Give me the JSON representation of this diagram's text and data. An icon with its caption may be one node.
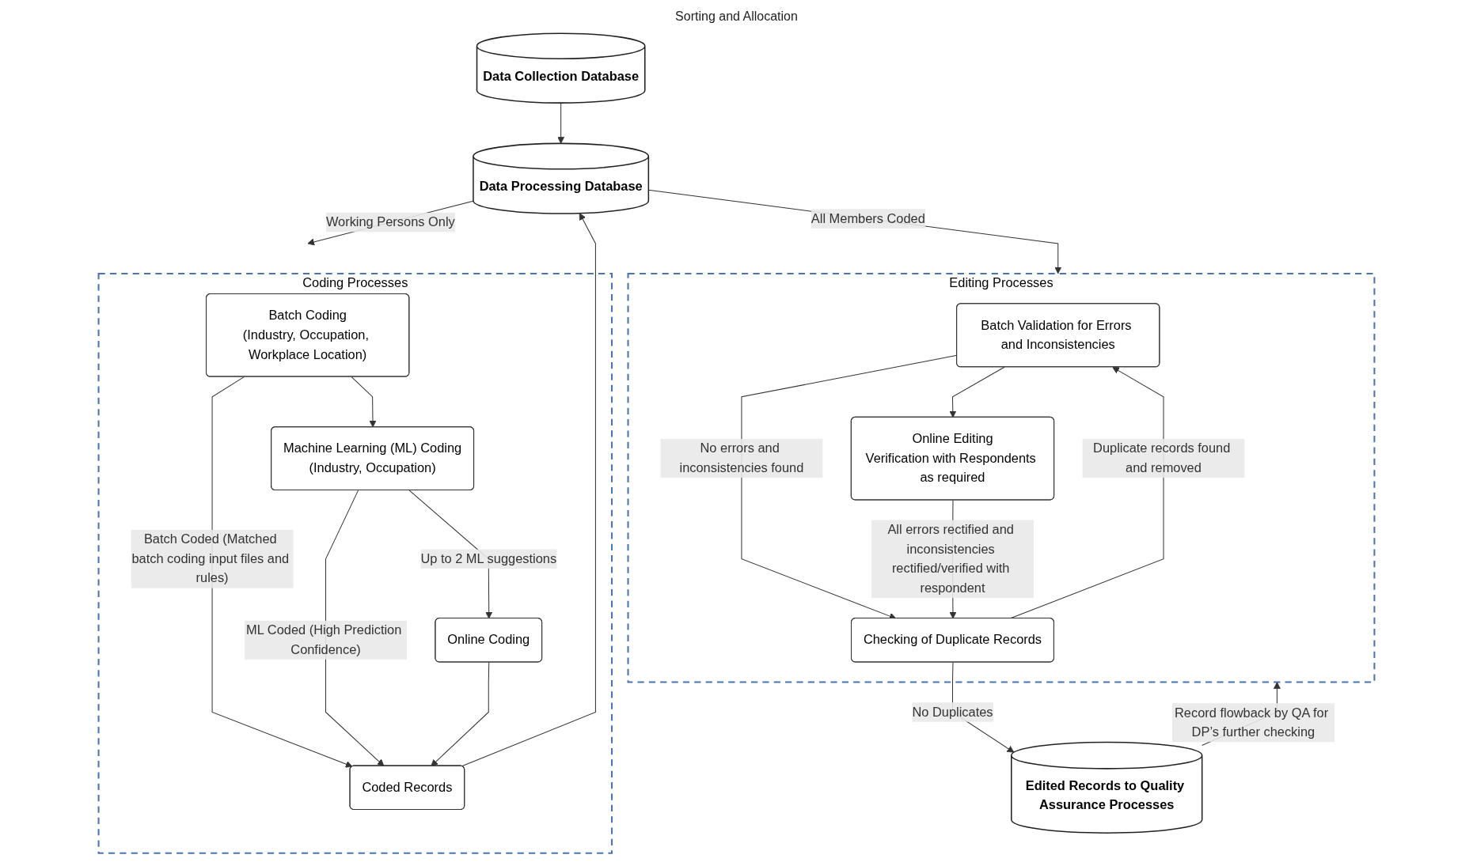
{
  "diagram": {
    "nodes": [
      {
        "text": [
          "Data Processing Database"
        ]
      },
      {
        "text": [
          "Coding Processes"
        ]
      },
      {
        "text": [
          "Batch Coding",
          "(Industry, Occupation, Workplace Location)"
        ],
        "in": 1
      },
      {
        "text": [
          "Machine Learning (ML) Coding",
          "(Industry, Occupation)"
        ],
        "in": 1
      },
      {
        "text": [
          "Online Coding"
        ],
        "in": 1
      },
      {
        "text": [
          "Coded Records"
        ],
        "in": 1
      },
      {
        "text": [
          "Data Collection Database"
        ]
      },
      {
        "text": [
          "Editing Processes"
        ]
      },
      {
        "text": [
          "Batch Validation for Errors and Inconsistencies"
        ],
        "in": 7
      },
      {
        "text": [
          "Online Editing",
          "Verification with Respondents as required"
        ],
        "in": 7
      },
      {
        "text": [
          "Checking of Duplicate Records"
        ],
        "in": 7
      },
      {
        "text": [
          "Edited Records to Quality Assurance Processes"
        ]
      }
    ],
    "edges": [
      {
        "from": 0,
        "to": 1,
        "arrow": "to",
        "label": "Working Persons Only"
      },
      {
        "from": 0,
        "to": 7,
        "arrow": "to",
        "label": "All Members Coded"
      },
      {
        "from": 2,
        "to": 3,
        "arrow": "to"
      },
      {
        "from": 2,
        "to": 5,
        "arrow": "to",
        "label": "Batch Coded (Matched batch coding input files and rules)"
      },
      {
        "from": 3,
        "to": 4,
        "arrow": "to",
        "label": "Up to 2 ML suggestions"
      },
      {
        "from": 3,
        "to": 5,
        "arrow": "to",
        "label": "ML Coded (High Prediction Confidence)"
      },
      {
        "from": 4,
        "to": 5,
        "arrow": "to"
      },
      {
        "from": 5,
        "to": 0,
        "arrow": "to"
      },
      {
        "from": 6,
        "to": 0,
        "arrow": "to"
      },
      {
        "from": 8,
        "to": 9,
        "arrow": "to"
      },
      {
        "from": 8,
        "to": 10,
        "arrow": "to",
        "label": "No errors and inconsistencies found"
      },
      {
        "from": 9,
        "to": 10,
        "arrow": "to",
        "label": "All errors rectified and inconsistencies rectified/verified with respondent"
      },
      {
        "from": 10,
        "to": 8,
        "arrow": "to",
        "label": "Duplicate records found and removed"
      },
      {
        "from": 10,
        "to": 11,
        "arrow": "to",
        "label": "No Duplicates"
      },
      {
        "from": 11,
        "to": 7,
        "arrow": "to",
        "label": "Record flowback by QA for DP’s further checking"
      }
    ],
    "labels": [
      "Sorting and Allocation"
    ]
  }
}
